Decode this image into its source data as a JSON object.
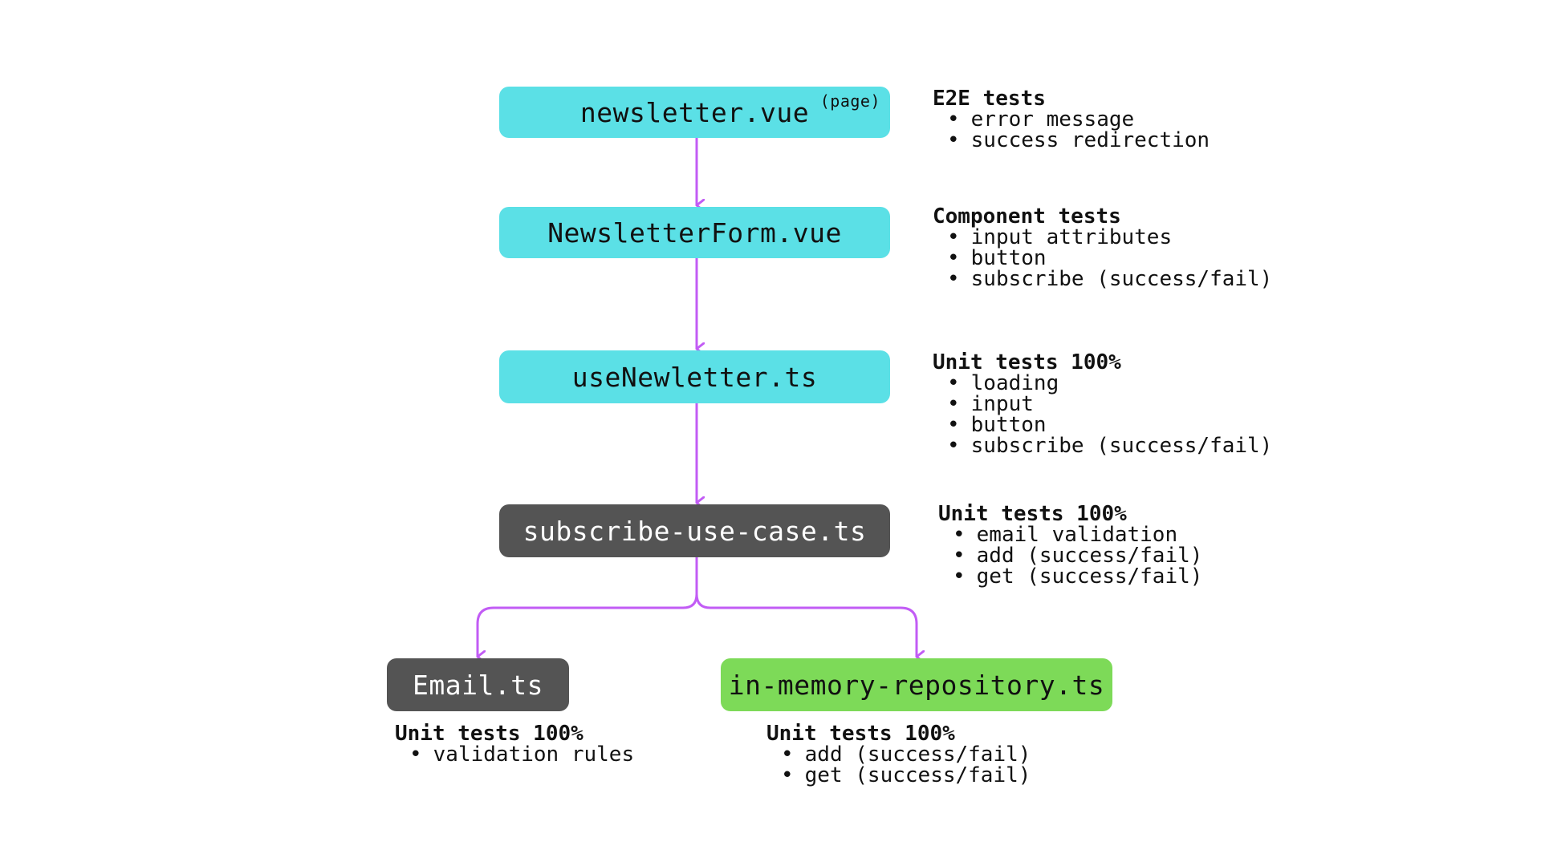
{
  "nodes": {
    "newsletter_page": {
      "label": "newsletter.vue",
      "tag": "(page)"
    },
    "newsletter_form": {
      "label": "NewsletterForm.vue"
    },
    "use_newsletter": {
      "label": "useNewletter.ts"
    },
    "subscribe_use_case": {
      "label": "subscribe-use-case.ts"
    },
    "email": {
      "label": "Email.ts"
    },
    "in_memory_repository": {
      "label": "in-memory-repository.ts"
    }
  },
  "notes": {
    "newsletter_page": {
      "title": "E2E tests",
      "items": [
        "error message",
        "success redirection"
      ]
    },
    "newsletter_form": {
      "title": "Component tests",
      "items": [
        "input attributes",
        "button",
        "subscribe (success/fail)"
      ]
    },
    "use_newsletter": {
      "title": "Unit tests 100%",
      "items": [
        "loading",
        "input",
        "button",
        "subscribe (success/fail)"
      ]
    },
    "subscribe_use_case": {
      "title": "Unit tests 100%",
      "items": [
        "email validation",
        "add (success/fail)",
        "get (success/fail)"
      ]
    },
    "email": {
      "title": "Unit tests 100%",
      "items": [
        "validation rules"
      ]
    },
    "in_memory_repository": {
      "title": "Unit tests 100%",
      "items": [
        "add (success/fail)",
        "get (success/fail)"
      ]
    }
  },
  "colors": {
    "vue_layer": "#5be0e6",
    "domain_layer": "#545454",
    "infrastructure_layer": "#7dda58",
    "connector": "#c25cf5"
  }
}
